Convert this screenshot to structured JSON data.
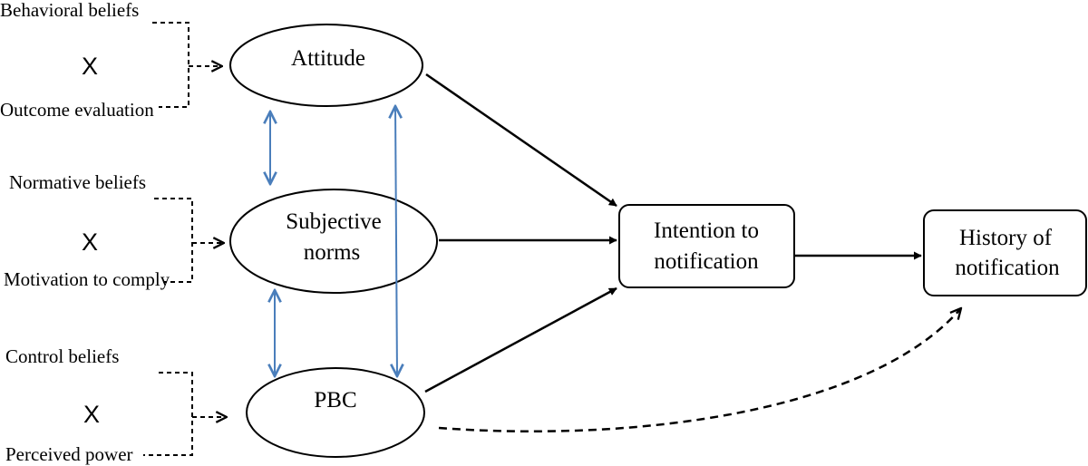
{
  "colors": {
    "stroke": "#000000",
    "correlation_arrow": "#4a7ebb",
    "background": "#ffffff"
  },
  "inputs": {
    "attitude": {
      "top": "Behavioral beliefs",
      "multiplier": "X",
      "bottom": "Outcome evaluation"
    },
    "norms": {
      "top": "Normative beliefs",
      "multiplier": "X",
      "bottom": "Motivation to comply"
    },
    "pbc": {
      "top": "Control beliefs",
      "multiplier": "X",
      "bottom": "Perceived power"
    }
  },
  "nodes": {
    "attitude": "Attitude",
    "norms_line1": "Subjective",
    "norms_line2": "norms",
    "pbc": "PBC",
    "intention_line1": "Intention to",
    "intention_line2": "notification",
    "history_line1": "History of",
    "history_line2": "notification"
  }
}
